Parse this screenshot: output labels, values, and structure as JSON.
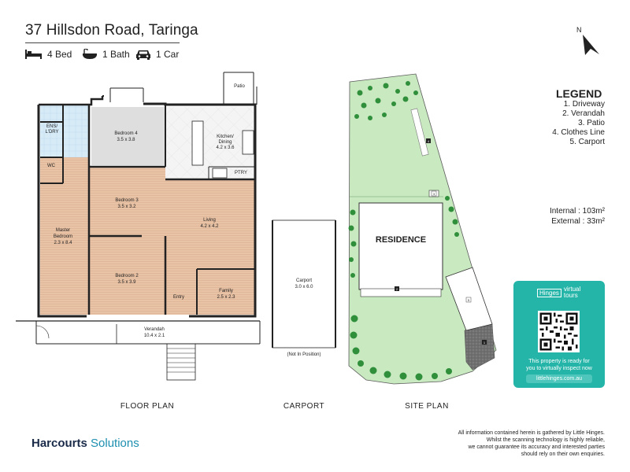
{
  "address": "37 Hillsdon Road, Taringa",
  "features": {
    "beds": "4 Bed",
    "baths": "1 Bath",
    "cars": "1 Car",
    "bed_icon": "bed-icon",
    "bath_icon": "bath-icon",
    "car_icon": "car-icon"
  },
  "compass": {
    "label": "N",
    "icon": "north-arrow-icon"
  },
  "legend": {
    "title": "LEGEND",
    "items": [
      "1. Driveway",
      "2. Verandah",
      "3. Patio",
      "4. Clothes Line",
      "5. Carport"
    ]
  },
  "areas": {
    "internal": "Internal : 103m²",
    "external": "External : 33m²"
  },
  "floor_plan": {
    "label": "FLOOR PLAN",
    "rooms": {
      "ens": [
        "ENS/",
        "L'DRY"
      ],
      "wc": "WC",
      "bed4": [
        "Bedroom 4",
        "3.5 x 3.8"
      ],
      "kitchen": [
        "Kitchen/",
        "Dining",
        "4.2 x 3.6"
      ],
      "pantry": "PTRY",
      "patio": "Patio",
      "master": [
        "Master",
        "Bedroom",
        "2.3 x 8.4"
      ],
      "bed3": [
        "Bedroom 3",
        "3.5 x 3.2"
      ],
      "living": [
        "Living",
        "4.2 x 4.2"
      ],
      "bed2": [
        "Bedroom 2",
        "3.5 x 3.9"
      ],
      "family": [
        "Family",
        "2.5 x 2.3"
      ],
      "entry": "Entry",
      "verandah": [
        "Verandah",
        "10.4 x 2.1"
      ]
    }
  },
  "carport_plan": {
    "label": "CARPORT",
    "name": "Carport",
    "dims": "3.0 x 6.0",
    "note": "(Not In Position)"
  },
  "site_plan": {
    "label": "SITE PLAN",
    "residence": "RESIDENCE",
    "markers": [
      "1",
      "2",
      "3",
      "4",
      "5"
    ]
  },
  "hinges": {
    "brand": "Hinges",
    "tag": [
      "virtual",
      "tours"
    ],
    "ready": [
      "This property is ready for",
      "you to virtually inspect now"
    ],
    "url": "littlehinges.com.au"
  },
  "brand": {
    "name1": "Harcourts",
    "name2": "Solutions"
  },
  "disclaimer": [
    "All information contained herein is gathered by Little Hinges.",
    "Whilst the scanning technology is highly reliable,",
    "we cannot guarantee its accuracy and interested parties",
    "should rely on their own enquiries."
  ],
  "colors": {
    "floor_wood": "#e9c3a6",
    "wet_area": "#d7ebf7",
    "kitchen_tile": "#f3f3f3",
    "grass": "#c9e9c0",
    "tree": "#2f8f3a",
    "hinges_teal": "#25b5a8",
    "brand_navy": "#1a2b4a",
    "brand_blue": "#1d8fb0"
  }
}
